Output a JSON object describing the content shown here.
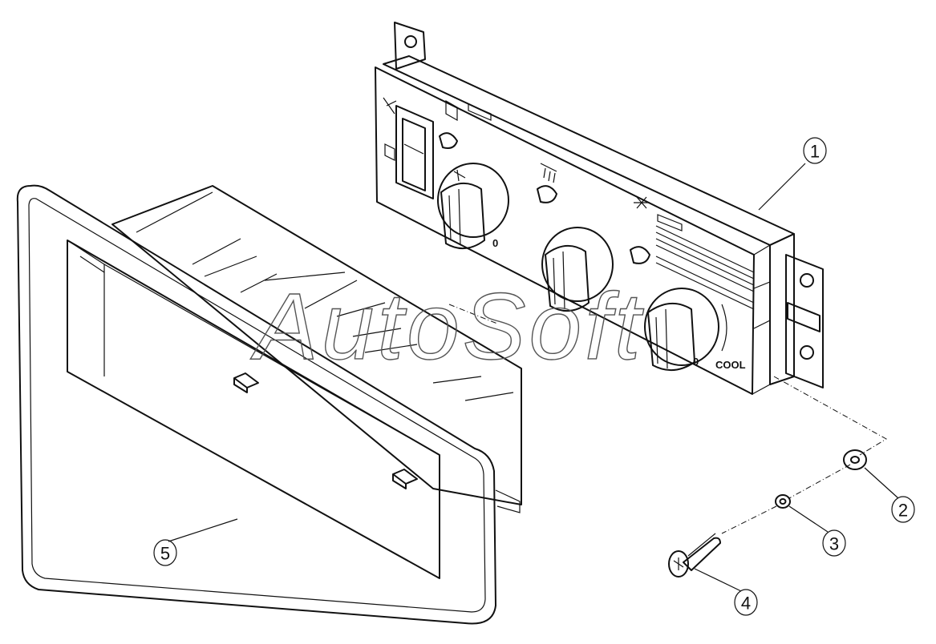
{
  "watermark": "AutoSoft",
  "panel": {
    "cool_label": "COOL",
    "knob_zero_label": "0",
    "chinese_line_1": "",
    "chinese_line_2": ""
  },
  "callouts": [
    {
      "id": "1",
      "label": "1"
    },
    {
      "id": "2",
      "label": "2"
    },
    {
      "id": "3",
      "label": "3"
    },
    {
      "id": "4",
      "label": "4"
    },
    {
      "id": "5",
      "label": "5"
    }
  ]
}
